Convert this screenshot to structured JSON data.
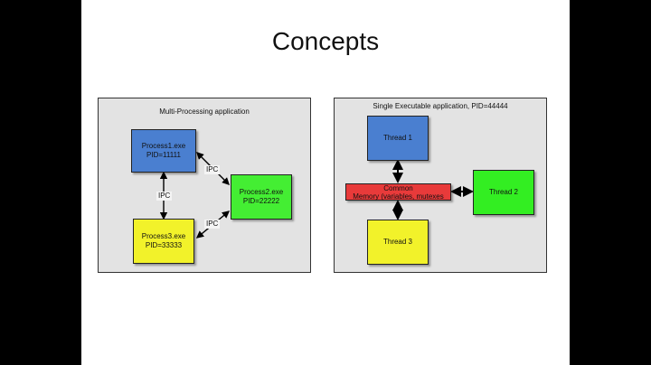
{
  "slide": {
    "title": "Concepts"
  },
  "left_panel": {
    "title": "Multi-Processing application",
    "process1": {
      "name": "Process1.exe",
      "pid": "PID=11111",
      "color": "#4a7fd0"
    },
    "process2": {
      "name": "Process2.exe",
      "pid": "PID=22222",
      "color": "#44ee33"
    },
    "process3": {
      "name": "Process3.exe",
      "pid": "PID=33333",
      "color": "#f2f22a"
    },
    "ipc_labels": [
      "IPC",
      "IPC",
      "IPC"
    ]
  },
  "right_panel": {
    "title": "Single Executable application, PID=44444",
    "thread1": {
      "name": "Thread 1",
      "color": "#4a7fd0"
    },
    "thread2": {
      "name": "Thread 2",
      "color": "#33ee22"
    },
    "thread3": {
      "name": "Thread 3",
      "color": "#f2f22a"
    },
    "common": {
      "name": "Common",
      "detail": "Memory (variables, mutexes",
      "color": "#e83a3a"
    }
  }
}
